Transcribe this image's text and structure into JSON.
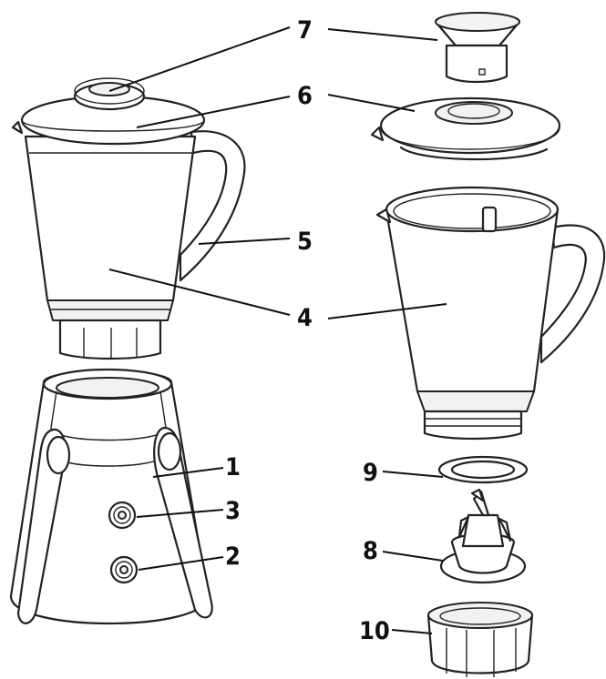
{
  "callouts": [
    {
      "id": "label-1",
      "text": "1"
    },
    {
      "id": "label-2",
      "text": "2"
    },
    {
      "id": "label-3",
      "text": "3"
    },
    {
      "id": "label-4",
      "text": "4"
    },
    {
      "id": "label-5",
      "text": "5"
    },
    {
      "id": "label-6",
      "text": "6"
    },
    {
      "id": "label-7",
      "text": "7"
    },
    {
      "id": "label-8",
      "text": "8"
    },
    {
      "id": "label-9",
      "text": "9"
    },
    {
      "id": "label-10",
      "text": "10"
    }
  ],
  "colors": {
    "line": "#222222",
    "background": "#ffffff"
  }
}
